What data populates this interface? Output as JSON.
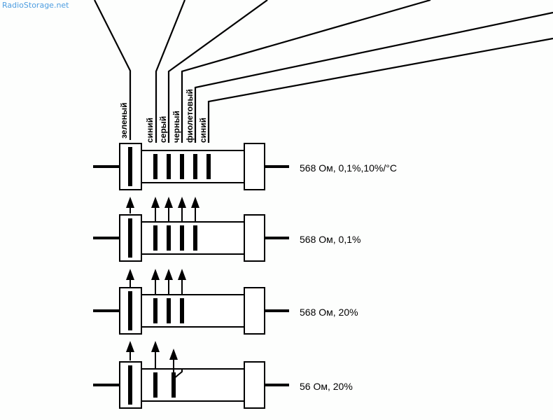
{
  "watermark": "RadioStorage.net",
  "color_labels": [
    "зеленый",
    "синий",
    "серый",
    "черный",
    "фиолетовый",
    "синий"
  ],
  "resistors": [
    {
      "label": "568 Ом, 0,1%,10%/°C",
      "bands": 5
    },
    {
      "label": "568 Ом, 0,1%",
      "bands": 4
    },
    {
      "label": "568 Ом, 20%",
      "bands": 3
    },
    {
      "label": "56 Ом, 20%",
      "bands": 2
    }
  ],
  "colors": {
    "ink": "#000000",
    "watermark": "#4d9de0",
    "background": "#fdfefd"
  }
}
